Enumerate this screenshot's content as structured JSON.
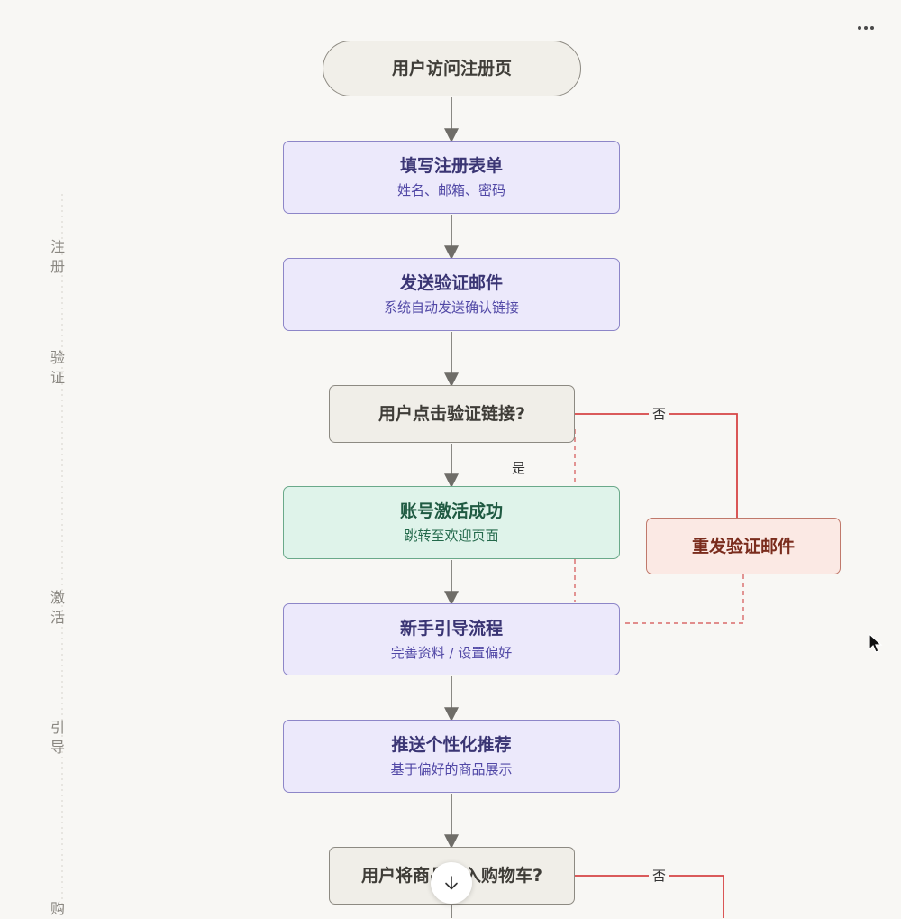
{
  "nodes": {
    "start": {
      "title": "用户访问注册页"
    },
    "fill_form": {
      "title": "填写注册表单",
      "subtitle": "姓名、邮箱、密码"
    },
    "send_email": {
      "title": "发送验证邮件",
      "subtitle": "系统自动发送确认链接"
    },
    "click_link": {
      "title": "用户点击验证链接?"
    },
    "activated": {
      "title": "账号激活成功",
      "subtitle": "跳转至欢迎页面"
    },
    "resend": {
      "title": "重发验证邮件"
    },
    "onboarding": {
      "title": "新手引导流程",
      "subtitle": "完善资料 / 设置偏好"
    },
    "recommend": {
      "title": "推送个性化推荐",
      "subtitle": "基于偏好的商品展示"
    },
    "add_cart": {
      "title": "用户将商品加入购物车?"
    }
  },
  "edge_labels": {
    "yes": "是",
    "no_1": "否",
    "no_2": "否"
  },
  "phases": [
    {
      "id": "register",
      "label": "注册"
    },
    {
      "id": "verify",
      "label": "验证"
    },
    {
      "id": "activate",
      "label": "激活"
    },
    {
      "id": "guide",
      "label": "引导"
    },
    {
      "id": "purchase",
      "label": "购"
    }
  ],
  "icons": {
    "more": "more-horizontal-icon",
    "scroll": "arrow-down-icon",
    "cursor": "mouse-pointer-icon"
  },
  "colors": {
    "neutral_fill": "#f1efe9",
    "process_fill": "#ece9fb",
    "success_fill": "#dff3ea",
    "alert_fill": "#fbe9e4",
    "no_branch": "#d64545",
    "connector": "#6f6d68"
  }
}
